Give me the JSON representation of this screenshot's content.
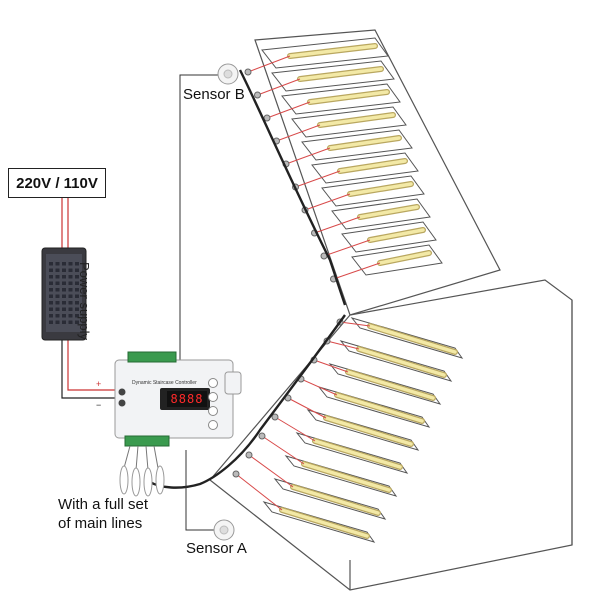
{
  "power_input": {
    "label": "220V / 110V"
  },
  "power_supply": {
    "label": "Power supply"
  },
  "sensors": {
    "b_label": "Sensor B",
    "a_label": "Sensor A"
  },
  "main_lines": {
    "line1": "With a full set",
    "line2": "of main lines"
  },
  "controller": {
    "title": "Dynamic Staircase Controller",
    "display": "8888"
  },
  "steps": {
    "upper_flight_count": 10,
    "lower_flight_count": 9
  },
  "colors": {
    "led_strip": "#f3e9a6",
    "wire_red": "#d84a4a",
    "wire_black": "#222222",
    "stair": "#ffffff",
    "stair_outline": "#555555"
  }
}
